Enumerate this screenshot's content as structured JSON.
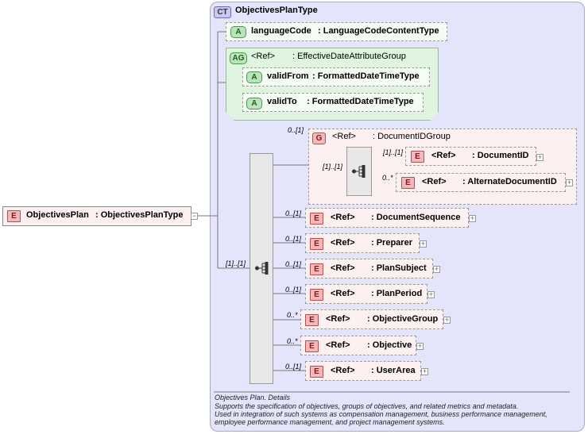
{
  "root": {
    "badge": "E",
    "name": "ObjectivesPlan",
    "type": ": ObjectivesPlanType"
  },
  "complex_type": {
    "badge": "CT",
    "name": "ObjectivesPlanType"
  },
  "attributes": [
    {
      "badge": "A",
      "name": "languageCode",
      "type": ": LanguageCodeContentType"
    }
  ],
  "attribute_group": {
    "badge": "AG",
    "ref": "<Ref>",
    "name": ": EffectiveDateAttributeGroup",
    "attributes": [
      {
        "badge": "A",
        "name": "validFrom",
        "type": ": FormattedDateTimeType"
      },
      {
        "badge": "A",
        "name": "validTo",
        "type": ": FormattedDateTimeType"
      }
    ]
  },
  "sequence_occurrence": "[1]..[1]",
  "group": {
    "badge": "G",
    "ref": "<Ref>",
    "name": ": DocumentIDGroup",
    "occurrence": "0..[1]",
    "sequence_occurrence": "[1]..[1]",
    "elements": [
      {
        "badge": "E",
        "ref": "<Ref>",
        "name": ": DocumentID",
        "occurrence": "[1]..[1]"
      },
      {
        "badge": "E",
        "ref": "<Ref>",
        "name": ": AlternateDocumentID",
        "occurrence": "0..*"
      }
    ]
  },
  "elements": [
    {
      "badge": "E",
      "ref": "<Ref>",
      "name": ": DocumentSequence",
      "occurrence": "0..[1]"
    },
    {
      "badge": "E",
      "ref": "<Ref>",
      "name": ": Preparer",
      "occurrence": "0..[1]"
    },
    {
      "badge": "E",
      "ref": "<Ref>",
      "name": ": PlanSubject",
      "occurrence": "0..[1]"
    },
    {
      "badge": "E",
      "ref": "<Ref>",
      "name": ": PlanPeriod",
      "occurrence": "0..[1]"
    },
    {
      "badge": "E",
      "ref": "<Ref>",
      "name": ": ObjectiveGroup",
      "occurrence": "0..*"
    },
    {
      "badge": "E",
      "ref": "<Ref>",
      "name": ": Objective",
      "occurrence": "0..*"
    },
    {
      "badge": "E",
      "ref": "<Ref>",
      "name": ": UserArea",
      "occurrence": "0..[1]"
    }
  ],
  "description": {
    "line1": "Objectives Plan. Details",
    "line2": " Supports the specification of objectives, groups of objectives, and related metrics and metadata.",
    "line3": "Used in integration of such systems as compensation management, business performance management,",
    "line4": "employee performance management, and project management systems."
  },
  "icons": {
    "collapse": "minus-box-icon",
    "expand": "plus-box-icon",
    "sequence": "sequence-compositor-icon"
  },
  "colors": {
    "element": "#f4b8b8",
    "attribute": "#b8e6b8",
    "complex_type": "#c9c9f0",
    "panel": "#e4e4fb"
  }
}
